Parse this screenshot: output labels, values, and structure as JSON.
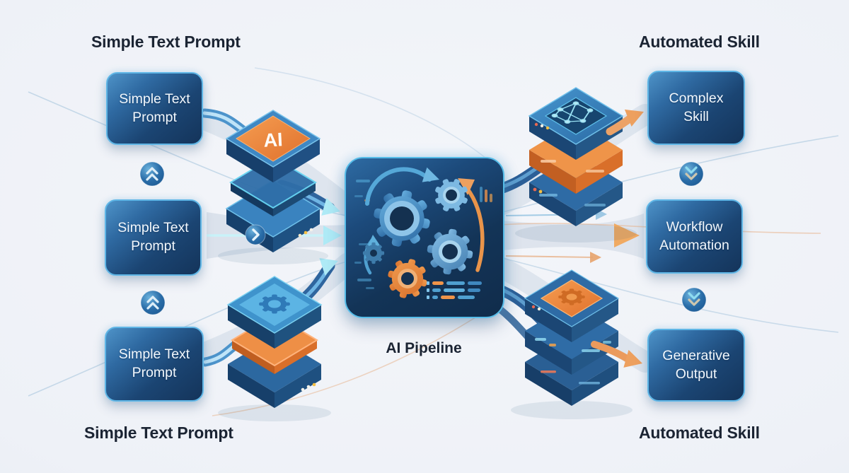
{
  "title": "AI Pipeline diagram",
  "headings": {
    "top_left": "Simple Text Prompt",
    "top_right": "Automated Skill",
    "bottom_left": "Simple Text Prompt",
    "bottom_right": "Automated Skill"
  },
  "input_nodes": [
    {
      "label": "Simple Text Prompt"
    },
    {
      "label": "Simple Text Prompt"
    },
    {
      "label": "Simple Text Prompt"
    }
  ],
  "output_nodes": [
    {
      "label": "Complex Skill"
    },
    {
      "label": "Workflow Automation"
    },
    {
      "label": "Generative Output"
    }
  ],
  "pipeline": {
    "label": "AI Pipeline"
  },
  "ai_chip": {
    "label": "AI"
  },
  "icons": {
    "chevron_double_up": "»-style double chevron pointing up in blue circle",
    "chevron_double_down": "»-style double chevron pointing down in blue circle",
    "chevron_right": "single chevron pointing right in blue circle",
    "gear": "gear / cog glyph",
    "neural_network": "connected-nodes network glyph",
    "ai_chip": "isometric processor chip stack"
  },
  "colors": {
    "background": "#eef1f6",
    "node_fill_dark": "#16365c",
    "node_fill_light": "#4e93c8",
    "node_border": "#5fb6e6",
    "node_text": "#f2f8fd",
    "heading_text": "#1b2433",
    "accent_cyan": "#9feef8",
    "accent_orange": "#ef9449",
    "pipe_blue": "#2f659e",
    "beam_gray": "#c6d2e0"
  }
}
